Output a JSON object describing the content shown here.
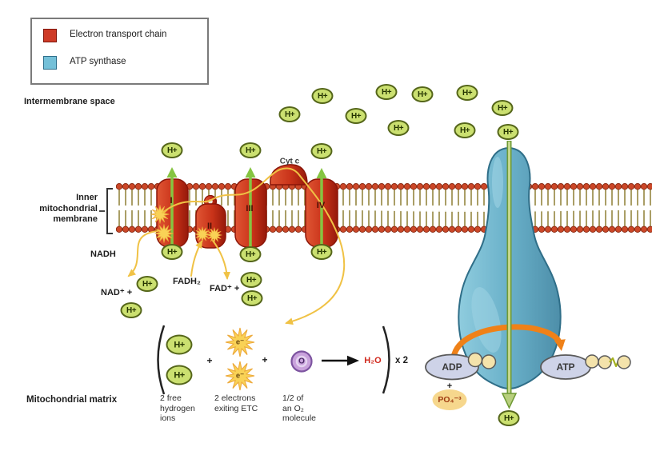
{
  "legend": {
    "items": [
      {
        "label": "Electron transport chain",
        "color": "#ce3b27"
      },
      {
        "label": "ATP synthase",
        "color": "#74c0d8"
      }
    ]
  },
  "regions": {
    "intermembrane_space": "Intermembrane space",
    "inner_membrane": "Inner\nmitochondrial\nmembrane",
    "matrix": "Mitochondrial matrix"
  },
  "ions": {
    "h_plus": "H+"
  },
  "etc": {
    "complexes": [
      {
        "label": "I"
      },
      {
        "label": "II"
      },
      {
        "label": "III"
      },
      {
        "label": "IV"
      }
    ],
    "cyt_c": "Cyt c"
  },
  "carriers": {
    "nadh": "NADH",
    "nad_plus": "NAD⁺ +",
    "fadh2": "FADH₂",
    "fad_plus": "FAD⁺ +"
  },
  "reaction": {
    "plus": "+",
    "electron": "e⁻",
    "oxygen": "O",
    "water": "H₂O",
    "times": "x 2",
    "captions": {
      "hydrogen": "2 free\nhydrogen\nions",
      "electrons": "2 electrons\nexiting ETC",
      "oxygen": "1/2 of\nan O₂\nmolecule"
    }
  },
  "synthesis": {
    "adp": "ADP",
    "plus": "+",
    "phosphate": "PO₄⁻³",
    "atp": "ATP"
  },
  "colors": {
    "complex_red": "#ce3b27",
    "synthase_blue": "#74c0d8",
    "proton_green": "#cbe070",
    "pump_arrow_green": "#85c441",
    "electron_arrow_yellow": "#f0c245",
    "atp_arrow_orange": "#ef8118",
    "water_red": "#d0281c"
  }
}
